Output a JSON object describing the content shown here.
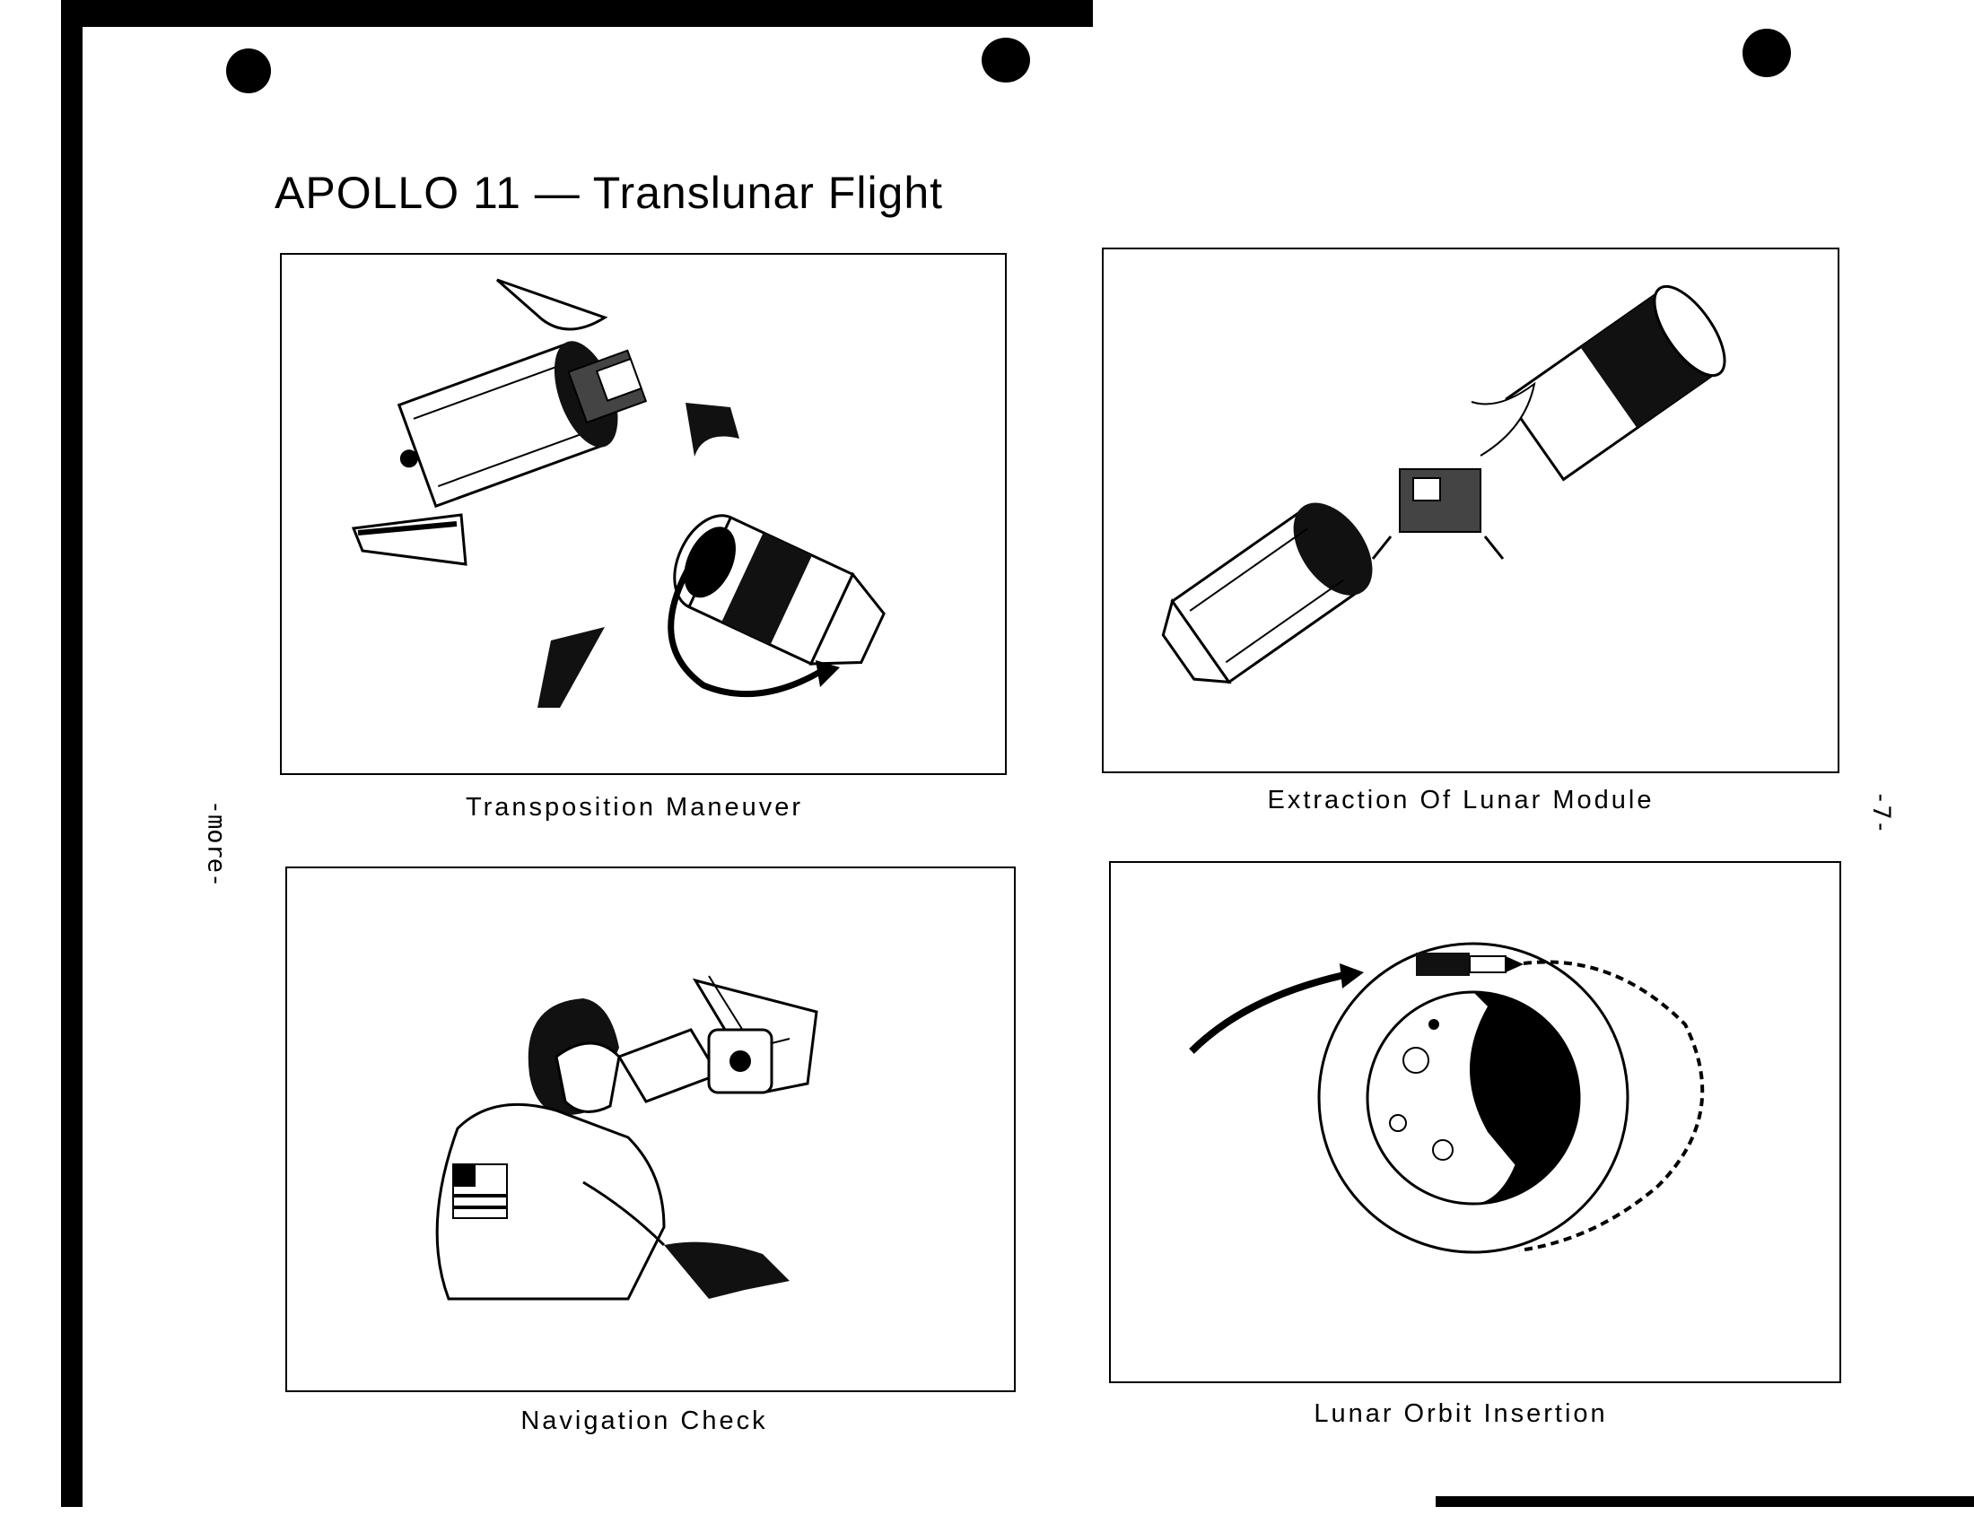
{
  "document": {
    "title": "APOLLO 11 — Translunar Flight",
    "more_marker": "-more-",
    "page_number": "-7-"
  },
  "panels": [
    {
      "id": "transposition",
      "caption": "Transposition Maneuver",
      "illustration": "spacecraft-transposition-illustration"
    },
    {
      "id": "extraction",
      "caption": "Extraction Of Lunar Module",
      "illustration": "lunar-module-extraction-illustration"
    },
    {
      "id": "navigation",
      "caption": "Navigation Check",
      "illustration": "astronaut-navigation-illustration"
    },
    {
      "id": "orbit",
      "caption": "Lunar Orbit Insertion",
      "illustration": "lunar-orbit-illustration"
    }
  ]
}
